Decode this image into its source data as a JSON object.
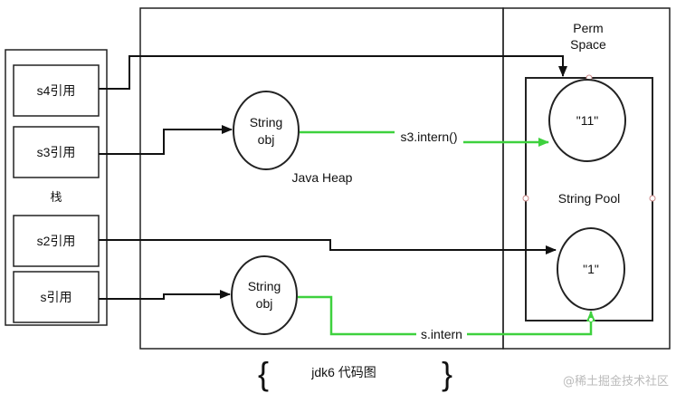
{
  "stack": {
    "label": "栈",
    "refs": [
      "s4引用",
      "s3引用",
      "s2引用",
      "s引用"
    ]
  },
  "java_heap": {
    "label": "Java Heap",
    "objects": [
      {
        "line1": "String",
        "line2": "obj"
      },
      {
        "line1": "String",
        "line2": "obj"
      }
    ]
  },
  "perm_space": {
    "label_line1": "Perm",
    "label_line2": "Space",
    "pool_label": "String Pool",
    "entries": [
      "\"11\"",
      "\"1\""
    ]
  },
  "arrows": {
    "s3_intern": "s3.intern()",
    "s_intern": "s.intern"
  },
  "caption": {
    "brace_left": "{",
    "text": "jdk6 代码图",
    "brace_right": "}"
  },
  "watermark": "@稀土掘金技术社区",
  "colors": {
    "line": "#111111",
    "highlight": "#3ed13e"
  }
}
